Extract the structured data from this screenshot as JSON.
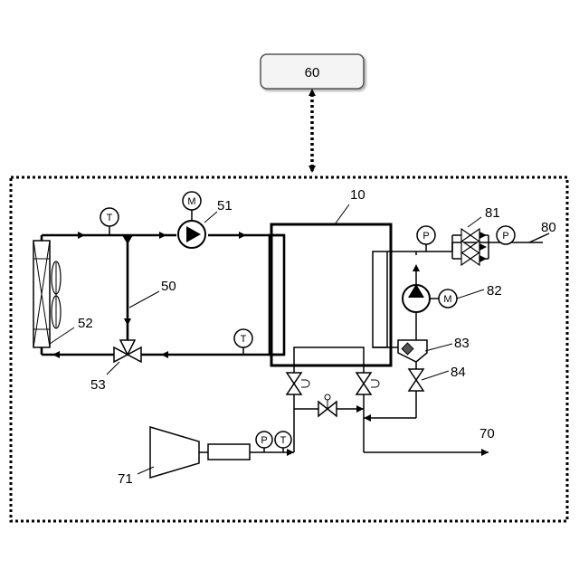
{
  "controller": {
    "label": "60"
  },
  "labels": {
    "fuel_cell": "10",
    "radiator": "52",
    "pump": "51",
    "bypass": "50",
    "three_way_valve": "53",
    "compressor": "71",
    "exhaust": "70",
    "hydrogen_supply": "80",
    "injectors": "81",
    "hydrogen_pump": "82",
    "gas_liquid_separator": "83",
    "drain_valve": "84"
  },
  "symbols": {
    "temperature": "T",
    "pressure": "P",
    "motor": "M"
  }
}
